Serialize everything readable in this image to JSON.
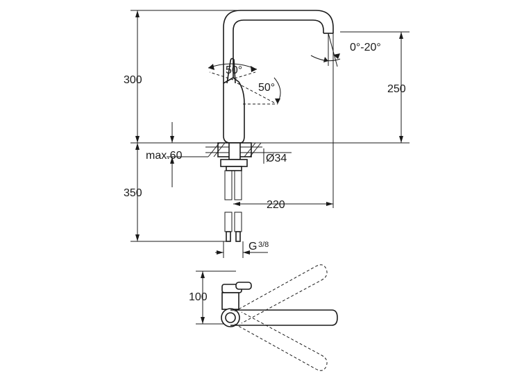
{
  "dimensions": {
    "height_total": "300",
    "spout_height": "250",
    "spout_rotation": "0°-20°",
    "lever_up_angle": "50°",
    "lever_side_angle": "50°",
    "max_thickness": "max.60",
    "hole_diameter": "Ø34",
    "hose_length": "350",
    "reach": "220",
    "connection_thread": "G",
    "connection_thread_sup": "3/8",
    "plan_depth": "100"
  }
}
